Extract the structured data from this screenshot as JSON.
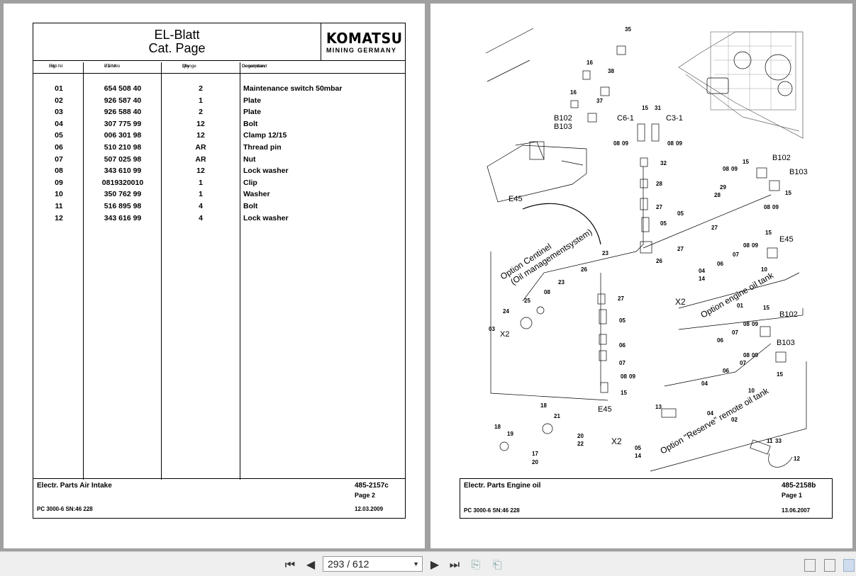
{
  "left_page": {
    "title_line1": "EL-Blatt",
    "title_line2": "Cat. Page",
    "logo_main": "KOMATSU",
    "logo_sub": "MINING GERMANY",
    "columns": [
      {
        "de": "Bild-Nr",
        "en": "Fig"
      },
      {
        "de": "ET-Nr",
        "en": "Part-No"
      },
      {
        "de": "Menge",
        "en": "Qty"
      },
      {
        "de": "Gegenstand",
        "en": "Description"
      }
    ],
    "rows": [
      {
        "fig": "01",
        "part": "654 508 40",
        "qty": "2",
        "desc": "Maintenance switch 50mbar"
      },
      {
        "fig": "02",
        "part": "926 587 40",
        "qty": "1",
        "desc": "Plate"
      },
      {
        "fig": "03",
        "part": "926 588 40",
        "qty": "2",
        "desc": "Plate"
      },
      {
        "fig": "04",
        "part": "307 775 99",
        "qty": "12",
        "desc": "Bolt"
      },
      {
        "fig": "05",
        "part": "006 301 98",
        "qty": "12",
        "desc": "Clamp 12/15"
      },
      {
        "fig": "06",
        "part": "510 210 98",
        "qty": "AR",
        "desc": "Thread pin"
      },
      {
        "fig": "07",
        "part": "507 025 98",
        "qty": "AR",
        "desc": "Nut"
      },
      {
        "fig": "08",
        "part": "343 610 99",
        "qty": "12",
        "desc": "Lock washer"
      },
      {
        "fig": "09",
        "part": "0819320010",
        "qty": "1",
        "desc": "Clip"
      },
      {
        "fig": "10",
        "part": "350 762 99",
        "qty": "1",
        "desc": "Washer"
      },
      {
        "fig": "11",
        "part": "516 895 98",
        "qty": "4",
        "desc": "Bolt"
      },
      {
        "fig": "12",
        "part": "343 616 99",
        "qty": "4",
        "desc": "Lock washer"
      }
    ],
    "footer": {
      "title": "Electr. Parts Air Intake",
      "doc_no": "485-2157c",
      "page": "Page 2",
      "machine": "PC 3000-6 SN:46 228",
      "date": "12.03.2009"
    }
  },
  "right_page": {
    "labels": {
      "option_centinel_1": "Option Centinel",
      "option_centinel_2": "(Oil managementsystem)",
      "option_engine_tank": "Option engine oil tank",
      "option_reserve": "Option \"Reserve\" remote oil tank",
      "b102": "B102",
      "b103": "B103",
      "c6_1": "C6-1",
      "c3_1": "C3-1",
      "e45": "E45",
      "x2": "X2"
    },
    "footer": {
      "title": "Electr. Parts Engine oil",
      "doc_no": "485-2158b",
      "page": "Page 1",
      "machine": "PC 3000-6 SN:46 228",
      "date": "13.06.2007"
    }
  },
  "toolbar": {
    "page_indicator": "293 / 612"
  }
}
